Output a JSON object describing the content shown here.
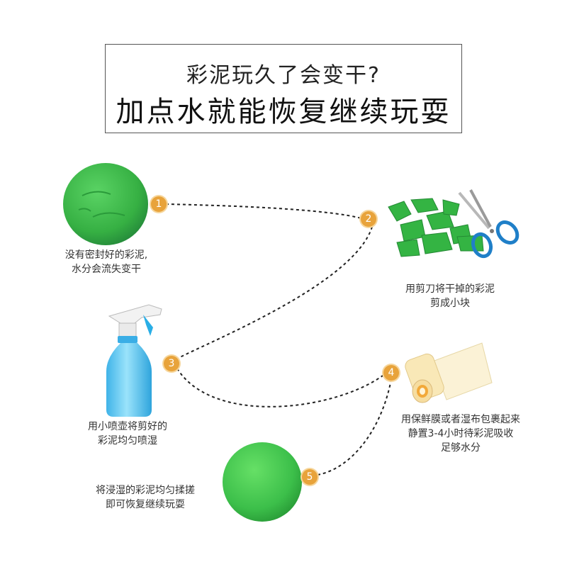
{
  "title": {
    "line1": "彩泥玩久了会变干?",
    "line2": "加点水就能恢复继续玩耍"
  },
  "steps": [
    {
      "number": "1",
      "caption": "没有密封好的彩泥,\n水分会流失变干",
      "illustration": "dry-green-clay-ball"
    },
    {
      "number": "2",
      "caption": "用剪刀将干掉的彩泥\n剪成小块",
      "illustration": "clay-pieces-and-scissors"
    },
    {
      "number": "3",
      "caption": "用小喷壶将剪好的\n彩泥均匀喷湿",
      "illustration": "blue-spray-bottle"
    },
    {
      "number": "4",
      "caption": "用保鲜膜或者湿布包裹起来\n静置3-4小时待彩泥吸收\n足够水分",
      "illustration": "plastic-wrap-roll"
    },
    {
      "number": "5",
      "caption": "将浸湿的彩泥均匀揉搓\n即可恢复继续玩耍",
      "illustration": "smooth-green-clay-ball"
    }
  ],
  "colors": {
    "badge": "#e8a33b",
    "clay": "#3cbf4a",
    "bottle": "#5cc8f0",
    "scissors_handle": "#1f7fc8",
    "dashed_line": "#222222"
  }
}
